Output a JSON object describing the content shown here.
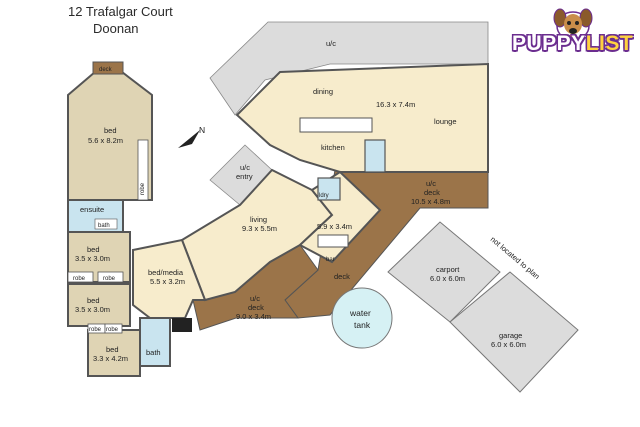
{
  "header": {
    "address_line1": "12 Trafalgar Court",
    "address_line2": "Doonan"
  },
  "logo": {
    "part1": "PUPPY",
    "part2": "LIST",
    "icon": "dog-head-icon"
  },
  "compass": {
    "label": "N"
  },
  "colors": {
    "room": "#f7eccc",
    "bedroom": "#dfd4b4",
    "wet": "#c9e4ef",
    "deck": "#9b7449",
    "outdoor": "#dcdcdc",
    "water": "#d6f1f4"
  },
  "rooms": {
    "deck_top": "deck",
    "bed_main_name": "bed",
    "bed_main_dim": "5.6 x 8.2m",
    "robe_vert": "robe",
    "ensuite": "ensuite",
    "ensuite_bath": "bath",
    "bed2_name": "bed",
    "bed2_dim": "3.5 x 3.0m",
    "robe_a": "robe",
    "robe_b": "robe",
    "bed3_name": "bed",
    "bed3_dim": "3.5 x 3.0m",
    "robe_c": "robe",
    "robe_d": "robe",
    "bed4_name": "bed",
    "bed4_dim": "3.3 x 4.2m",
    "bath": "bath",
    "media_name": "bed/media",
    "media_dim": "5.5 x 3.2m",
    "living_name": "living",
    "living_dim": "9.3 x 5.5m",
    "uc_entry_1": "u/c",
    "uc_entry_2": "entry",
    "family_dim": "5.9 x 3.4m",
    "bar": "bar",
    "ldry": "ldry",
    "dining": "dining",
    "main_dim": "16.3 x 7.4m",
    "lounge": "lounge",
    "kitchen": "kitchen",
    "uc_top": "u/c",
    "uc_deck_right_1": "u/c",
    "uc_deck_right_2": "deck",
    "uc_deck_right_dim": "10.5 x 4.8m",
    "deck_mid": "deck",
    "uc_deck_bottom_1": "u/c",
    "uc_deck_bottom_2": "deck",
    "uc_deck_bottom_dim": "9.0 x 3.4m",
    "water_tank_1": "water",
    "water_tank_2": "tank",
    "carport_name": "carport",
    "carport_dim": "6.0 x 6.0m",
    "garage_name": "garage",
    "garage_dim": "6.0 x 6.0m",
    "not_located": "not located to plan"
  }
}
